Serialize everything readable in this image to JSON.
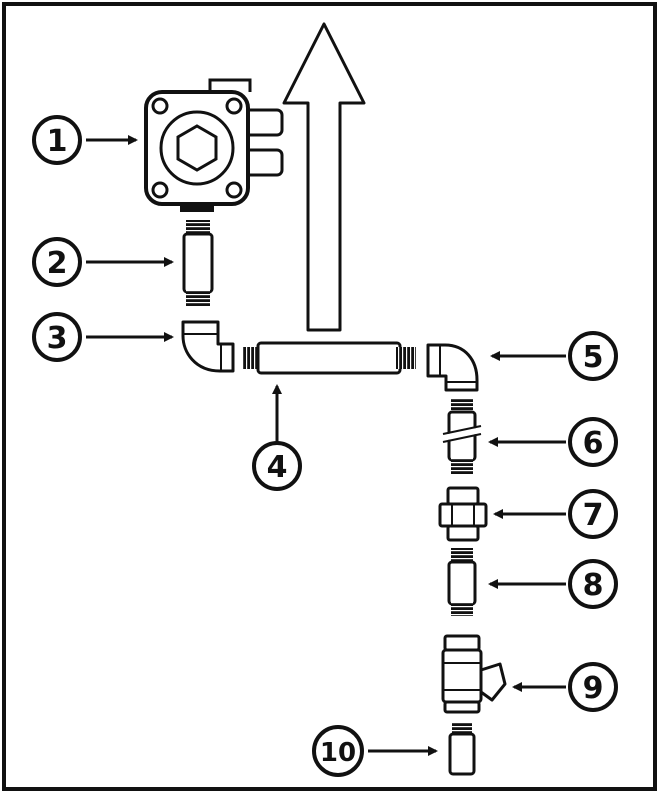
{
  "callouts": [
    {
      "label": "1"
    },
    {
      "label": "2"
    },
    {
      "label": "3"
    },
    {
      "label": "4"
    },
    {
      "label": "5"
    },
    {
      "label": "6"
    },
    {
      "label": "7"
    },
    {
      "label": "8"
    },
    {
      "label": "9"
    },
    {
      "label": "10"
    }
  ],
  "colors": {
    "line": "#111111",
    "part_fill": "#ffffff",
    "background": "#ffffff"
  }
}
